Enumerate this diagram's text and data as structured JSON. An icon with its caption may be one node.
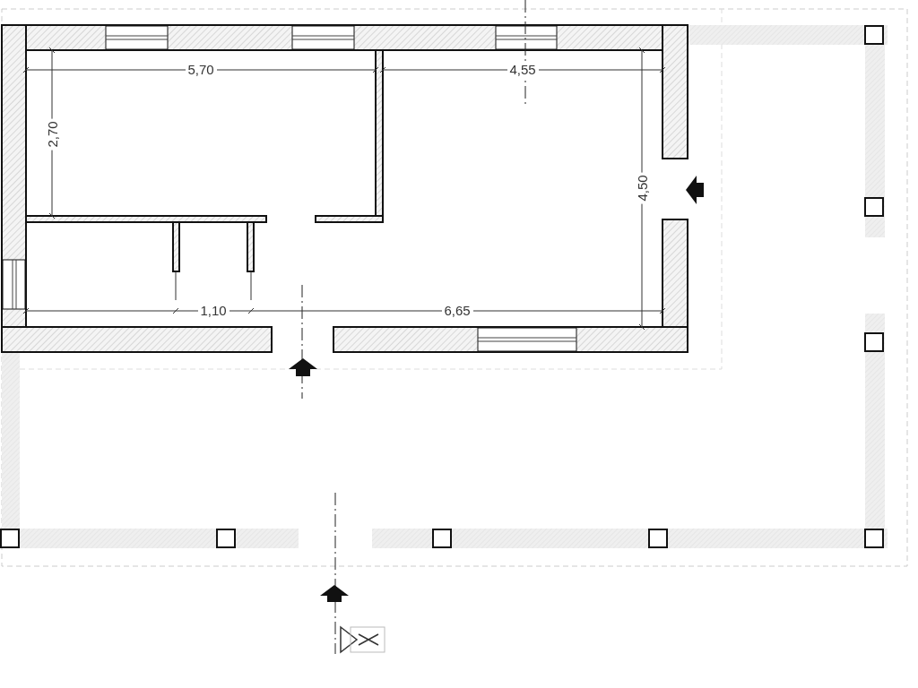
{
  "diagram": {
    "labels": [
      "5,70",
      "4,55",
      "2,70",
      "4,50",
      "1,10",
      "6,65"
    ]
  }
}
